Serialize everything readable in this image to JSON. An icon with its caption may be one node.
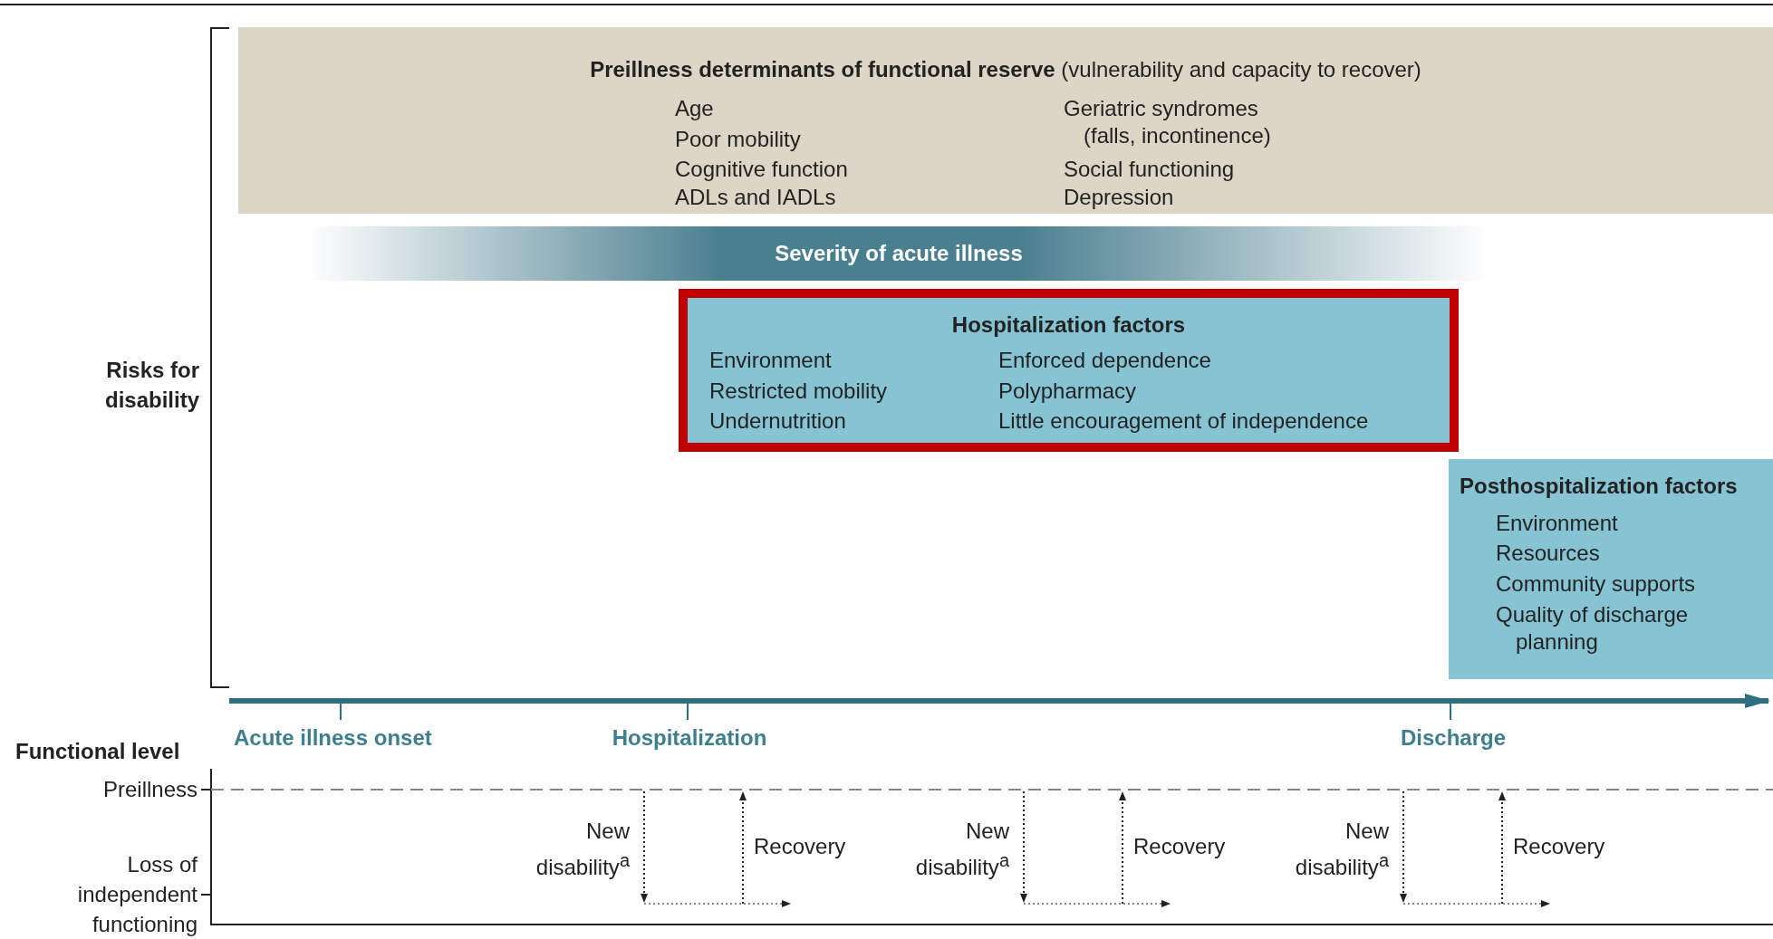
{
  "diagram": {
    "nodes": [
      {
        "text": [
          "**Preillness determinants of functional reserve** (vulnerability and capacity to recover)",
          "Age",
          "Poor mobility",
          "Cognitive function",
          "ADLs and IADLs",
          "Geriatric syndromes (falls, incontinence)",
          "Social functioning",
          "Depression"
        ]
      },
      {
        "text": [
          "Severity of acute illness"
        ]
      },
      {
        "text": [
          "Hospitalization factors",
          "Environment",
          "Restricted mobility",
          "Undernutrition",
          "Enforced dependence",
          "Polypharmacy",
          "Little encouragement of independence"
        ]
      },
      {
        "text": [
          "Posthospitalization factors",
          "Environment",
          "Resources",
          "Community supports",
          "Quality of discharge planning"
        ]
      }
    ],
    "labels": [
      "Risks for disability",
      "Acute illness onset",
      "Hospitalization",
      "Discharge",
      "Functional level",
      "Preillness",
      "Loss of independent functioning",
      "New disability$^{a}$",
      "Recovery",
      "New disability$^{a}$",
      "Recovery",
      "New disability$^{a}$",
      "Recovery"
    ]
  }
}
